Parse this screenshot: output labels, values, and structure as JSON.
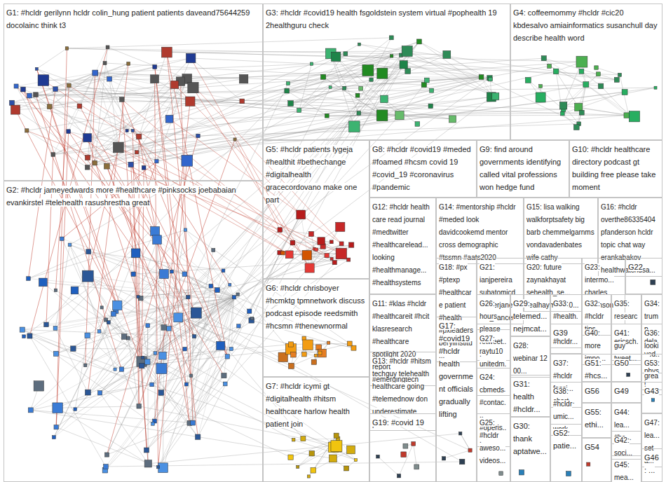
{
  "diagram": {
    "nodes": [
      {
        "text": [
          "G1: #hcldr gerilynn hcldr colin_hung patient patients daveand75644259 docolainc think t3"
        ]
      },
      {
        "text": [
          "G3: #hcldr #covid19 health fsgoldstein system virtual #pophealth 19 2healthguru check"
        ]
      },
      {
        "text": [
          "G4: coffeemommy #hcldr #cic20 kbdesalvo amiainformatics susanchull day describe health word"
        ]
      },
      {
        "text": [
          "G5: #hcldr patients lygeja #healthit #bethechange #digitalhealth gracecordovano make one part"
        ]
      },
      {
        "text": [
          "G8: #hcldr #covid19 #meded #foamed #hcsm covid 19 #covid_19 #coronavirus #pandemic"
        ]
      },
      {
        "text": [
          "G9: find around governments identifying called vital professions won hedge fund"
        ]
      },
      {
        "text": [
          "G10: #hcldr healthcare directory podcast gt building free please take moment"
        ]
      },
      {
        "text": [
          "G2: #hcldr jameyedwards more #healthcare #pinksocks joebabaian evankirstel #telehealth rasushrestha great"
        ]
      },
      {
        "text": [
          "G12: #hcldr health care read journal #medtwitter #healthcarelead... looking #healthmanage... #healthsystems"
        ]
      },
      {
        "text": [
          "G14: #mentorship #hcldr #meded look davidcookemd mentor cross demographic #tssmn #aats2020"
        ]
      },
      {
        "text": [
          "G15: lisa walking walkforptsafety big barb chemmelgarnms vondavadenbates wife cathy"
        ]
      },
      {
        "text": [
          "G16: #hcldr overthe86335404 pfanderson hcldr topic chat way erankabakov healthwatchusa..."
        ]
      },
      {
        "text": [
          "G18: #px #ptexp #healthcare patient #health #pxleaders berylinstitu..."
        ]
      },
      {
        "text": [
          "G21: ianjpereira subatomicd maherjane drn_cancer..."
        ]
      },
      {
        "text": [
          "G20: future zaynakhayat sehealth_se... realhayman 10..."
        ]
      },
      {
        "text": [
          "G23: intermo... charles sorenson md..."
        ]
      },
      {
        "text": [
          "G22"
        ]
      },
      {
        "text": [
          "G6: #hcldr chrisboyer #hcmktg tpmnetwork discuss podcast episode reedsmith #hcsmn #thenewnormal"
        ]
      },
      {
        "text": [
          "G11: #klas #hcldr #healthcareit #hcit klasresearch #healthcare spotlight 2020 report #emergingtech"
        ]
      },
      {
        "text": [
          "G26: hours please retweet..."
        ]
      },
      {
        "text": [
          "G29: telemed... nejmcat..."
        ]
      },
      {
        "text": [
          "G33: #health... #hcldr..."
        ]
      },
      {
        "text": [
          "G32: #hcldr tips"
        ]
      },
      {
        "text": [
          "G35: researc... ericsch..."
        ]
      },
      {
        "text": [
          "G34: trump delayed..."
        ]
      },
      {
        "text": [
          "G17: #covid19 #hcldr health government officials gradually lifting"
        ]
      },
      {
        "text": [
          "G39"
        ]
      },
      {
        "text": [
          "G40: more impo..."
        ]
      },
      {
        "text": [
          "G41: guy tweet..."
        ]
      },
      {
        "text": [
          "G36: looki... physi..."
        ]
      },
      {
        "text": [
          "G27: raytu10 unitedm... aweso..."
        ]
      },
      {
        "text": [
          "G28: webinar 12 00..."
        ]
      },
      {
        "text": [
          "G13: #hcldr #hitsm techguy telehealth healthcare going #telemednow don underestimate patients"
        ]
      },
      {
        "text": [
          "G37: #hcldr fasci... chart..."
        ]
      },
      {
        "text": [
          "G51: #hcs..."
        ]
      },
      {
        "text": [
          "G50"
        ]
      },
      {
        "text": [
          "G53: great..."
        ]
      },
      {
        "text": [
          "G24: cbmeds #contac... #operis..."
        ]
      },
      {
        "text": [
          "G31: health #hcldr..."
        ]
      },
      {
        "text": [
          "G7: #hcldr icymi gt #digitalhealth #hitsm healthcare harlow health patient join"
        ]
      },
      {
        "text": [
          "G38: #hcldr umic... work"
        ]
      },
      {
        "text": [
          "G56"
        ]
      },
      {
        "text": [
          "G49"
        ]
      },
      {
        "text": [
          "G43"
        ]
      },
      {
        "text": [
          "G55: ethi..."
        ]
      },
      {
        "text": [
          "G44: lea... #hc..."
        ]
      },
      {
        "text": [
          "G19: #covid 19"
        ]
      },
      {
        "text": [
          "G25: #hcldr aweso... videos..."
        ]
      },
      {
        "text": [
          "G47: lea... set a..."
        ]
      },
      {
        "text": [
          "G30: thank aptatwe..."
        ]
      },
      {
        "text": [
          "G52: patie..."
        ]
      },
      {
        "text": [
          "G42: soci..."
        ]
      },
      {
        "text": [
          "G54"
        ]
      },
      {
        "text": [
          "G46: ..."
        ]
      },
      {
        "text": [
          "G45: mea..."
        ]
      }
    ]
  }
}
